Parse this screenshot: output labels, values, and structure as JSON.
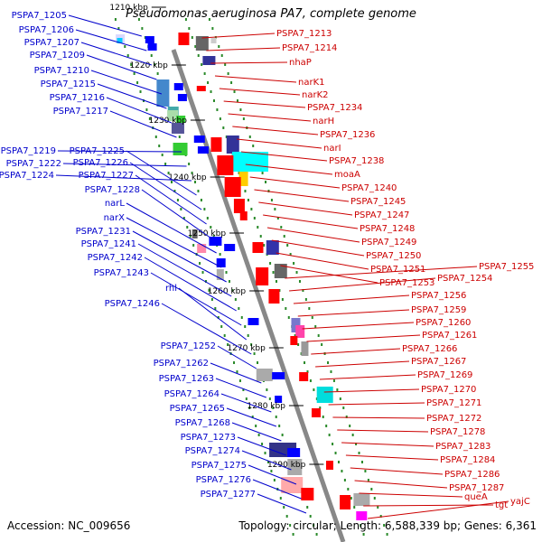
{
  "title": "Pseudomonas aeruginosa PA7, complete genome",
  "footer": {
    "accession": "Accession: NC_009656",
    "stats": "Topology: circular; Length: 6,588,339 bp; Genes: 6,361"
  },
  "colors": {
    "forward": "#ff0000",
    "reverse": "#0000ff",
    "label_forward": "#cc0000",
    "label_reverse": "#0000cc",
    "backbone": "#888888",
    "dots": "#2a8a2a",
    "tick_label": "#000000"
  },
  "ticks": [
    "1210 kbp",
    "1220 kbp",
    "1230 kbp",
    "1240 kbp",
    "1250 kbp",
    "1260 kbp",
    "1270 kbp",
    "1280 kbp",
    "1290 kbp"
  ],
  "left_labels": [
    "PSPA7_1205",
    "PSPA7_1206",
    "PSPA7_1207",
    "PSPA7_1209",
    "PSPA7_1210",
    "PSPA7_1215",
    "PSPA7_1216",
    "PSPA7_1217",
    "PSPA7_1219",
    "PSPA7_1222",
    "PSPA7_1224",
    "PSPA7_1225",
    "PSPA7_1226",
    "PSPA7_1227",
    "PSPA7_1228",
    "narL",
    "narX",
    "PSPA7_1231",
    "PSPA7_1241",
    "PSPA7_1242",
    "PSPA7_1243",
    "rhl",
    "PSPA7_1246",
    "PSPA7_1252",
    "PSPA7_1262",
    "PSPA7_1263",
    "PSPA7_1264",
    "PSPA7_1265",
    "PSPA7_1268",
    "PSPA7_1273",
    "PSPA7_1274",
    "PSPA7_1275",
    "PSPA7_1276",
    "PSPA7_1277"
  ],
  "right_labels": [
    "PSPA7_1213",
    "PSPA7_1214",
    "nhaP",
    "narK1",
    "narK2",
    "PSPA7_1234",
    "narH",
    "PSPA7_1236",
    "narI",
    "PSPA7_1238",
    "moaA",
    "PSPA7_1240",
    "PSPA7_1245",
    "PSPA7_1247",
    "PSPA7_1248",
    "PSPA7_1249",
    "PSPA7_1250",
    "PSPA7_1251",
    "PSPA7_1253",
    "PSPA7_1255",
    "PSPA7_1254",
    "PSPA7_1256",
    "PSPA7_1259",
    "PSPA7_1260",
    "PSPA7_1261",
    "PSPA7_1266",
    "PSPA7_1267",
    "PSPA7_1269",
    "PSPA7_1270",
    "PSPA7_1271",
    "PSPA7_1272",
    "PSPA7_1278",
    "PSPA7_1283",
    "PSPA7_1284",
    "PSPA7_1286",
    "PSPA7_1287",
    "queA",
    "tgt",
    "yajC"
  ]
}
